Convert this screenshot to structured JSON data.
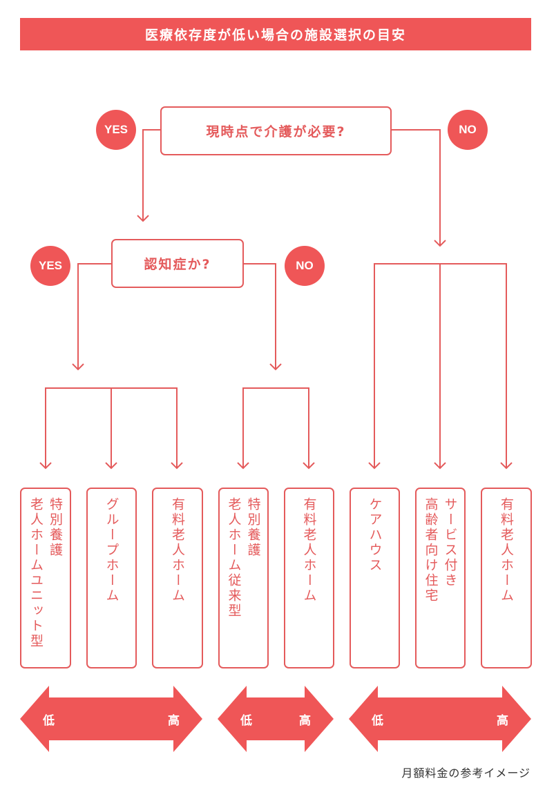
{
  "title": "医療依存度が低い場合の施設選択の目安",
  "colors": {
    "accent": "#EF5657",
    "line": "#E45A5B",
    "caption": "#333333"
  },
  "question1": {
    "text": "現時点で介護が必要?",
    "yes": "YES",
    "no": "NO"
  },
  "question2": {
    "text": "認知症か?",
    "yes": "YES",
    "no": "NO"
  },
  "facilities": [
    {
      "lines": [
        "特別養護",
        "老人ホームユニット型"
      ],
      "branch": "介護必要-認知症YES"
    },
    {
      "lines": [
        "グループホーム"
      ],
      "branch": "介護必要-認知症YES"
    },
    {
      "lines": [
        "有料老人ホーム"
      ],
      "branch": "介護必要-認知症YES"
    },
    {
      "lines": [
        "特別養護",
        "老人ホーム従来型"
      ],
      "branch": "介護必要-認知症NO"
    },
    {
      "lines": [
        "有料老人ホーム"
      ],
      "branch": "介護必要-認知症NO"
    },
    {
      "lines": [
        "ケアハウス"
      ],
      "branch": "介護不要"
    },
    {
      "lines": [
        "サービス付き",
        "高齢者向け住宅"
      ],
      "branch": "介護不要"
    },
    {
      "lines": [
        "有料老人ホーム"
      ],
      "branch": "介護不要"
    }
  ],
  "cost_ranges": [
    {
      "low": "低",
      "high": "高"
    },
    {
      "low": "低",
      "high": "高"
    },
    {
      "low": "低",
      "high": "高"
    }
  ],
  "caption": "月額料金の参考イメージ"
}
